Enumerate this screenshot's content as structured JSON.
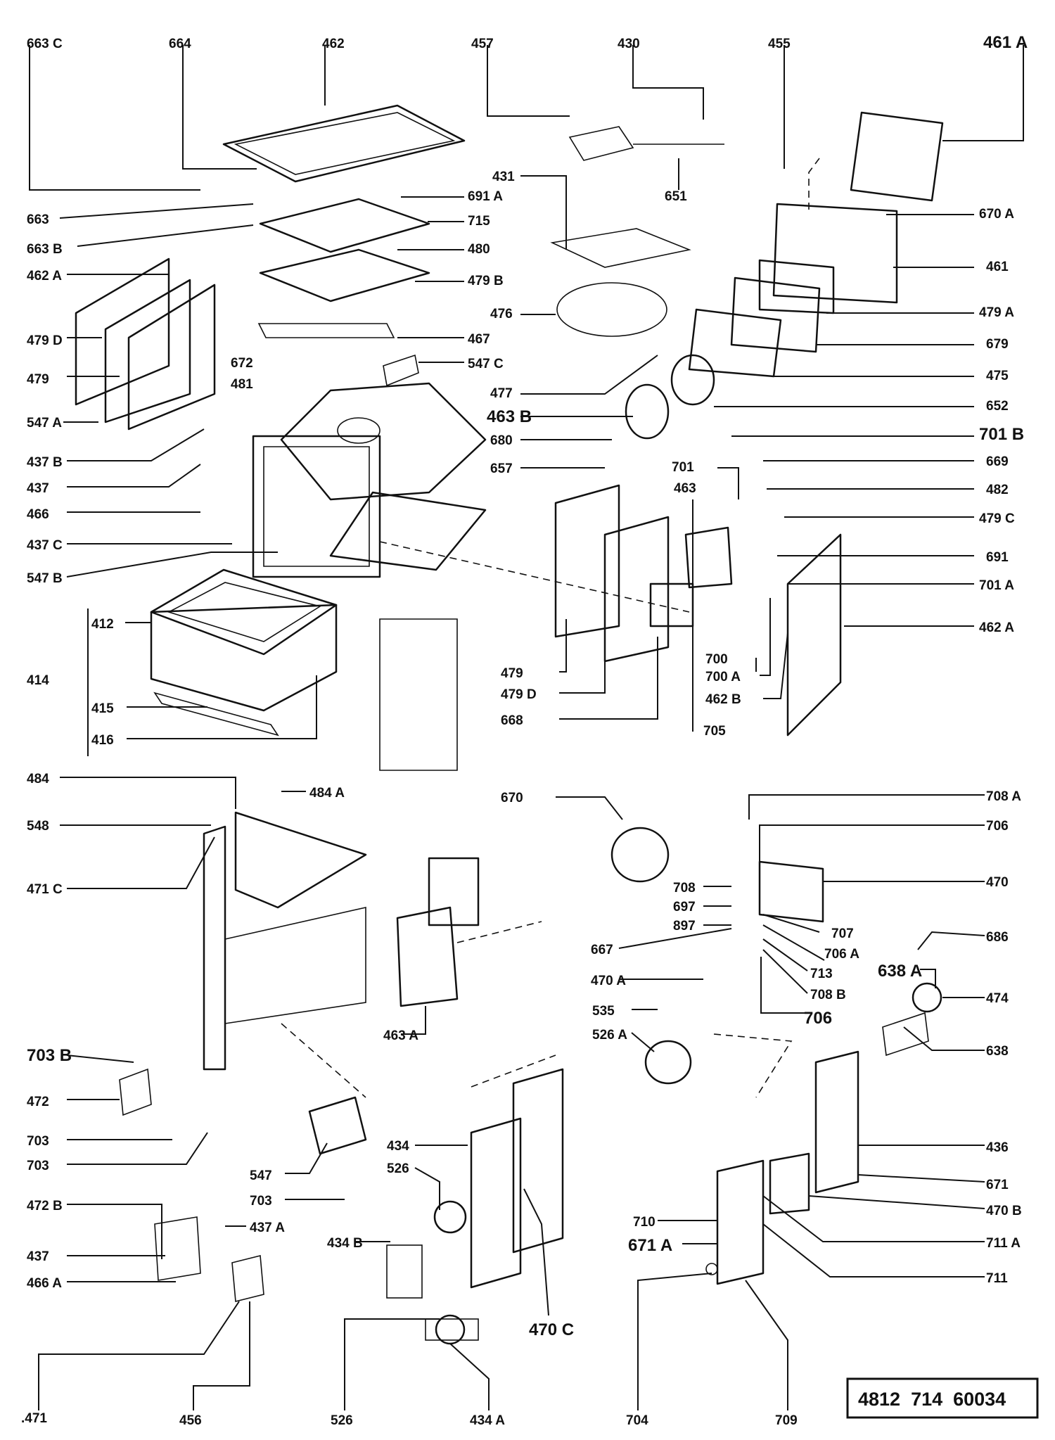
{
  "document_number": "4812  714  60034",
  "labels": {
    "l663C": "663 C",
    "l664": "664",
    "l462": "462",
    "l457": "457",
    "l430": "430",
    "l455": "455",
    "l461A": "461 A",
    "l431": "431",
    "l651": "651",
    "l691A": "691 A",
    "l715": "715",
    "l663": "663",
    "l663B": "663 B",
    "l480": "480",
    "l479B": "479 B",
    "l462A": "462 A",
    "l670A": "670 A",
    "l461": "461",
    "l479A": "479 A",
    "l479D": "479 D",
    "l476": "476",
    "l467": "467",
    "l679": "679",
    "l479": "479",
    "l672": "672",
    "l547C": "547 C",
    "l475": "475",
    "l481": "481",
    "l477": "477",
    "l652": "652",
    "l547A": "547 A",
    "l463B": "463 B",
    "l680": "680",
    "l701B": "701 B",
    "l437B": "437 B",
    "l657": "657",
    "l701": "701",
    "l669": "669",
    "l437": "437",
    "l463": "463",
    "l482": "482",
    "l466": "466",
    "l479C": "479 C",
    "l437C": "437 C",
    "l691": "691",
    "l547B": "547 B",
    "l701A": "701 A",
    "l412": "412",
    "l462A2": "462 A",
    "l414": "414",
    "l479b": "479",
    "l700": "700",
    "l700A": "700 A",
    "l479D2": "479 D",
    "l415": "415",
    "l462B": "462 B",
    "l668": "668",
    "l416": "416",
    "l705": "705",
    "l484": "484",
    "l484A": "484 A",
    "l670": "670",
    "l708A": "708 A",
    "l548": "548",
    "l706": "706",
    "l471C": "471 C",
    "l470": "470",
    "l708": "708",
    "l697": "697",
    "l897": "897",
    "l707": "707",
    "l667": "667",
    "l706A": "706 A",
    "l686": "686",
    "l470A": "470 A",
    "l713": "713",
    "l638A": "638 A",
    "l708B": "708 B",
    "l474": "474",
    "l706b": "706",
    "l463A": "463 A",
    "l535": "535",
    "l526A": "526 A",
    "l638": "638",
    "l703B": "703 B",
    "l472": "472",
    "l703": "703",
    "l703b": "703",
    "l434": "434",
    "l436": "436",
    "l526": "526",
    "l671": "671",
    "l547": "547",
    "l703c": "703",
    "l470B": "470 B",
    "l472B": "472 B",
    "l437A": "437 A",
    "l710": "710",
    "l711A": "711 A",
    "l437b": "437",
    "l434B": "434 B",
    "l671A": "671 A",
    "l711": "711",
    "l466A": "466 A",
    "l470C": "470 C",
    "l471": ".471",
    "l456": "456",
    "l526b": "526",
    "l434A": "434 A",
    "l704": "704",
    "l709": "709"
  }
}
